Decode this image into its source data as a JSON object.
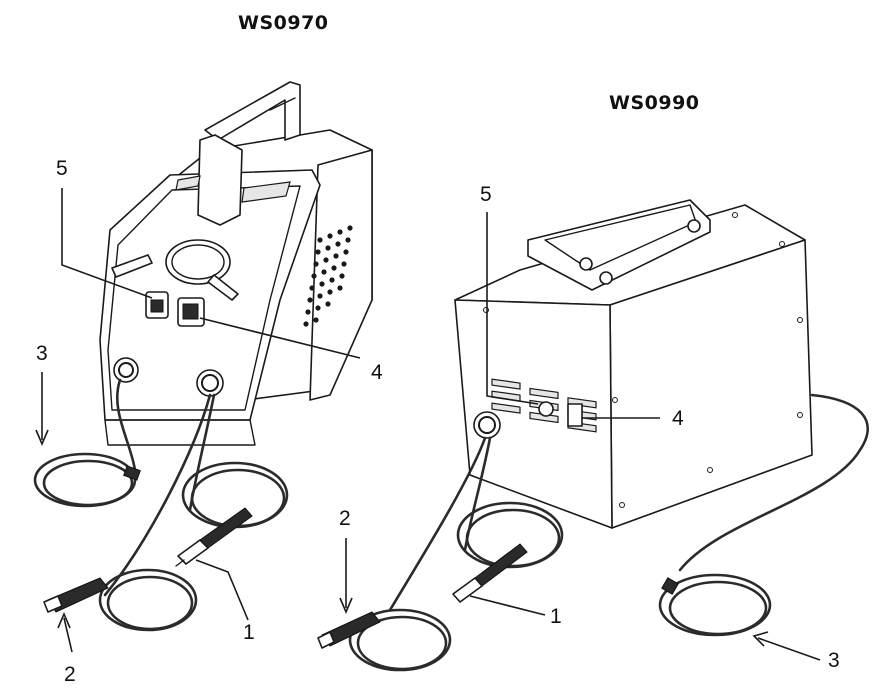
{
  "models": {
    "left": "WS0970",
    "right": "WS0990"
  },
  "callouts": {
    "left": {
      "c1": "1",
      "c2": "2",
      "c3": "3",
      "c4": "4",
      "c5": "5"
    },
    "right": {
      "c1": "1",
      "c2": "2",
      "c3": "3",
      "c4": "4",
      "c5": "5"
    }
  },
  "colors": {
    "line": "#1a1a1a",
    "cable": "#2b2b2b",
    "background": "#ffffff"
  }
}
